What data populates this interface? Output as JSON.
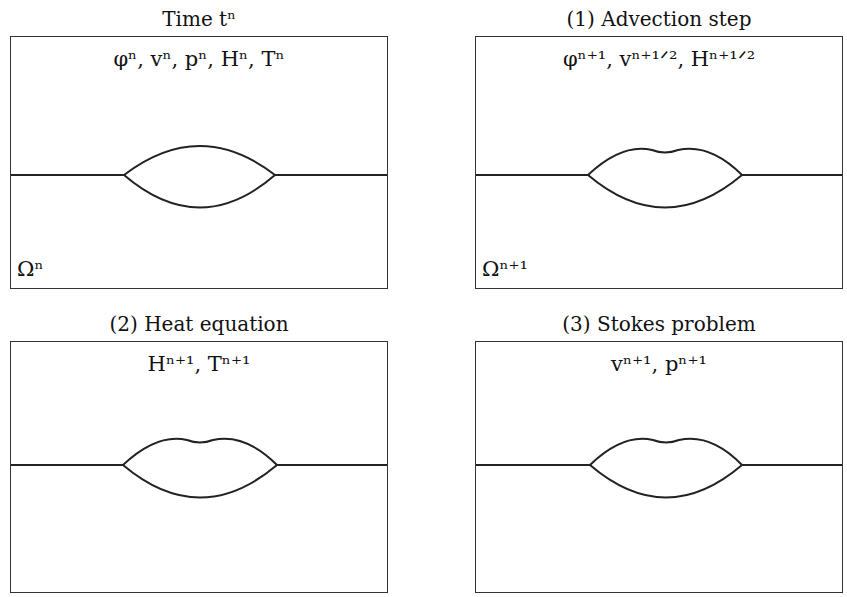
{
  "diagram": {
    "nodes": [
      {
        "text": [
          "Time tⁿ",
          "φⁿ, vⁿ, pⁿ, Hⁿ, Tⁿ",
          "Ωⁿ"
        ]
      },
      {
        "text": [
          "(1) Advection step",
          "φⁿ⁺¹, vⁿ⁺¹ᐟ², Hⁿ⁺¹ᐟ²",
          "Ωⁿ⁺¹"
        ]
      },
      {
        "text": [
          "(2) Heat equation",
          "Hⁿ⁺¹, Tⁿ⁺¹"
        ]
      },
      {
        "text": [
          "(3) Stokes problem",
          "vⁿ⁺¹, pⁿ⁺¹"
        ]
      }
    ]
  }
}
